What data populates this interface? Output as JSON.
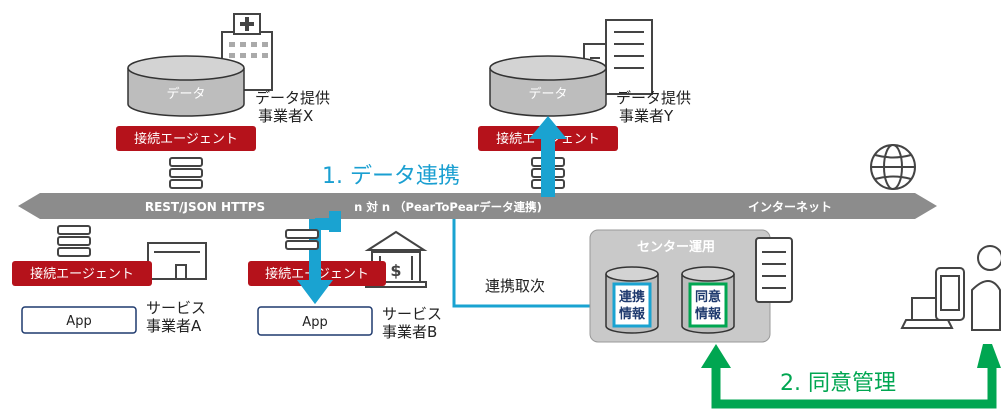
{
  "colors": {
    "band": "#8c8c8c",
    "agent_red": "#b5121b",
    "flow_blue": "#1aa3d1",
    "flow_blue_text": "#1a9fd1",
    "consent_green": "#00a651",
    "db_gray": "#bdbdbd",
    "center_bg": "#c9c9c9",
    "app_border": "#1f3a6e"
  },
  "band": {
    "left_label": "REST/JSON HTTPS",
    "mid_label": "n 対 n （PearToPearデータ連携)",
    "right_label": "インターネット"
  },
  "provider_x": {
    "db_label": "データ",
    "name_line1": "データ提供",
    "name_line2": "事業者X",
    "agent": "接続エージェント",
    "building_icon": "hospital-icon"
  },
  "provider_y": {
    "db_label": "データ",
    "name_line1": "データ提供",
    "name_line2": "事業者Y",
    "agent": "接続エージェント",
    "building_icon": "building-icon"
  },
  "service_a": {
    "app": "App",
    "name_line1": "サービス",
    "name_line2": "事業者A",
    "agent": "接続エージェント",
    "icon": "shop-icon"
  },
  "service_b": {
    "app": "App",
    "name_line1": "サービス",
    "name_line2": "事業者B",
    "agent": "接続エージェント",
    "icon": "bank-icon"
  },
  "flow1_label": "1. データ連携",
  "relay_label": "連携取次",
  "center": {
    "title": "センター運用",
    "db1_line1": "連携",
    "db1_line2": "情報",
    "db2_line1": "同意",
    "db2_line2": "情報"
  },
  "flow2_label": "2. 同意管理",
  "icons": [
    "globe-icon",
    "server-icon",
    "user-icon",
    "laptop-icon",
    "phone-icon"
  ]
}
